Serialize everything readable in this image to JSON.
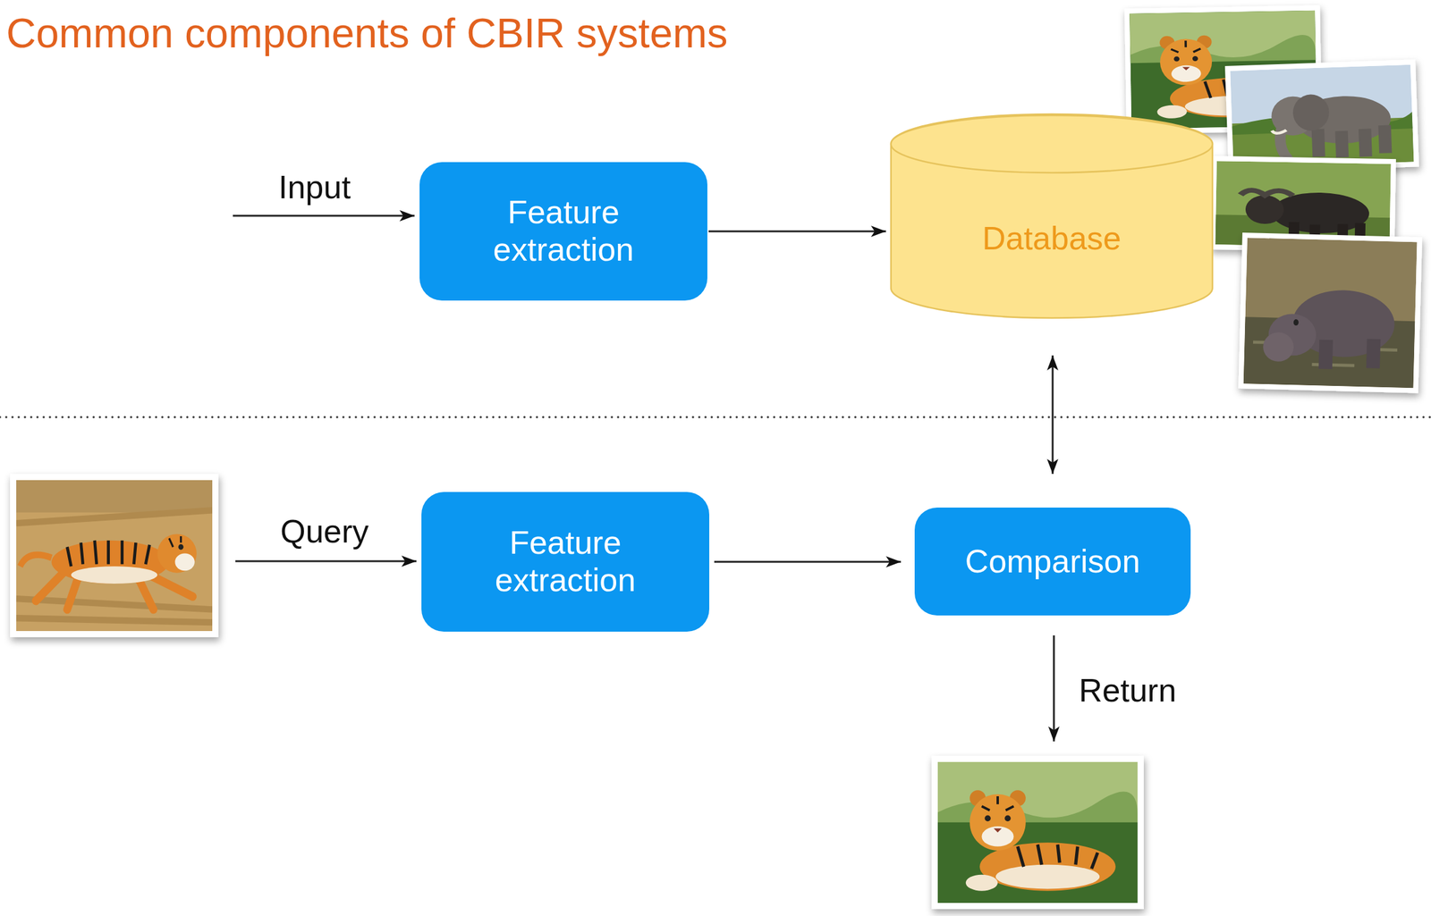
{
  "diagram": {
    "title": "Common components of CBIR systems",
    "nodes": [
      {
        "text": [
          "Feature extraction"
        ]
      },
      {
        "text": [
          "Database"
        ]
      },
      {
        "text": [
          "Feature extraction"
        ]
      },
      {
        "text": [
          "Comparison"
        ]
      }
    ],
    "edges": [
      {
        "from": 0,
        "to": 1,
        "arrow": "to"
      },
      {
        "from": 1,
        "to": 3,
        "arrow": "both"
      },
      {
        "from": 2,
        "to": 3,
        "arrow": "to"
      }
    ],
    "labels": [
      "Input",
      "Query",
      "Return"
    ]
  }
}
